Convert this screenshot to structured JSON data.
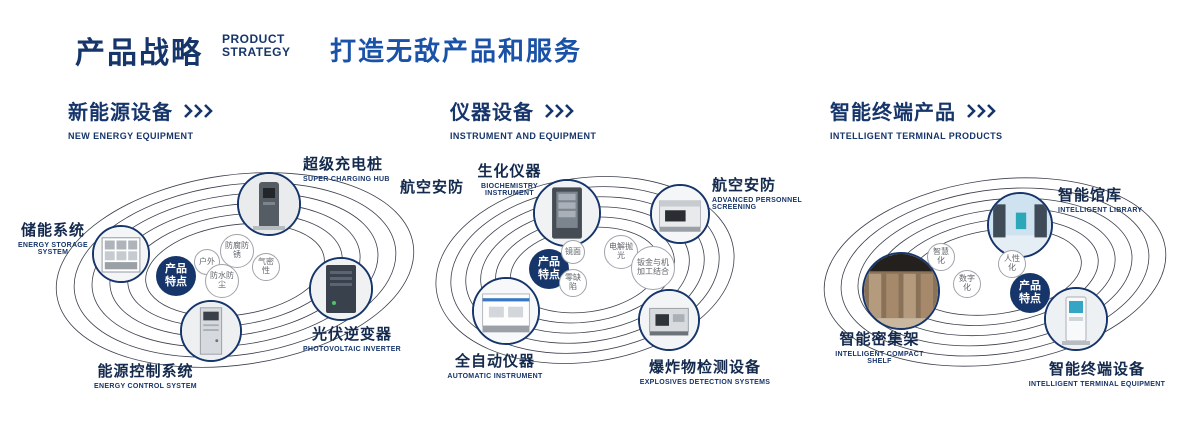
{
  "header": {
    "title": "产品战略",
    "subtitle_line1": "PRODUCT",
    "subtitle_line2": "STRATEGY",
    "tagline": "打造无敌产品和服务"
  },
  "colors": {
    "navy": "#16356b",
    "tagline_blue": "#1a52a8",
    "orbit_line": "#262b38"
  },
  "sections": [
    {
      "title": "新能源设备",
      "subtitle": "NEW ENERGY EQUIPMENT",
      "center_label": "产品特点",
      "features": [
        "户外",
        "防腐防锈",
        "气密性",
        "防水防尘"
      ],
      "products": [
        {
          "name": "超级充电桩",
          "en": "SUPER CHARGING HUB"
        },
        {
          "name": "储能系统",
          "en": "ENERGY STORAGE SYSTEM"
        },
        {
          "name": "光伏逆变器",
          "en": "PHOTOVOLTAIC INVERTER"
        },
        {
          "name": "能源控制系统",
          "en": "ENERGY CONTROL SYSTEM"
        }
      ]
    },
    {
      "title": "仪器设备",
      "subtitle": "INSTRUMENT AND EQUIPMENT",
      "center_label": "产品特点",
      "extra_label": "航空安防",
      "features": [
        "镜面",
        "电解抛光",
        "零缺陷",
        "钣金与机加工结合"
      ],
      "products": [
        {
          "name": "生化仪器",
          "en": "BIOCHEMISTRY INSTRUMENT"
        },
        {
          "name": "航空安防",
          "en": "ADVANCED PERSONNEL SCREENING"
        },
        {
          "name": "全自动仪器",
          "en": "AUTOMATIC INSTRUMENT"
        },
        {
          "name": "爆炸物检测设备",
          "en": "EXPLOSIVES DETECTION SYSTEMS"
        }
      ]
    },
    {
      "title": "智能终端产品",
      "subtitle": "INTELLIGENT TERMINAL PRODUCTS",
      "center_label": "产品特点",
      "features": [
        "智慧化",
        "人性化",
        "数字化"
      ],
      "products": [
        {
          "name": "智能馆库",
          "en": "INTELLIGENT LIBRARY"
        },
        {
          "name": "智能密集架",
          "en": "INTELLIGENT COMPACT SHELF"
        },
        {
          "name": "智能终端设备",
          "en": "INTELLIGENT TERMINAL EQUIPMENT"
        }
      ]
    }
  ]
}
